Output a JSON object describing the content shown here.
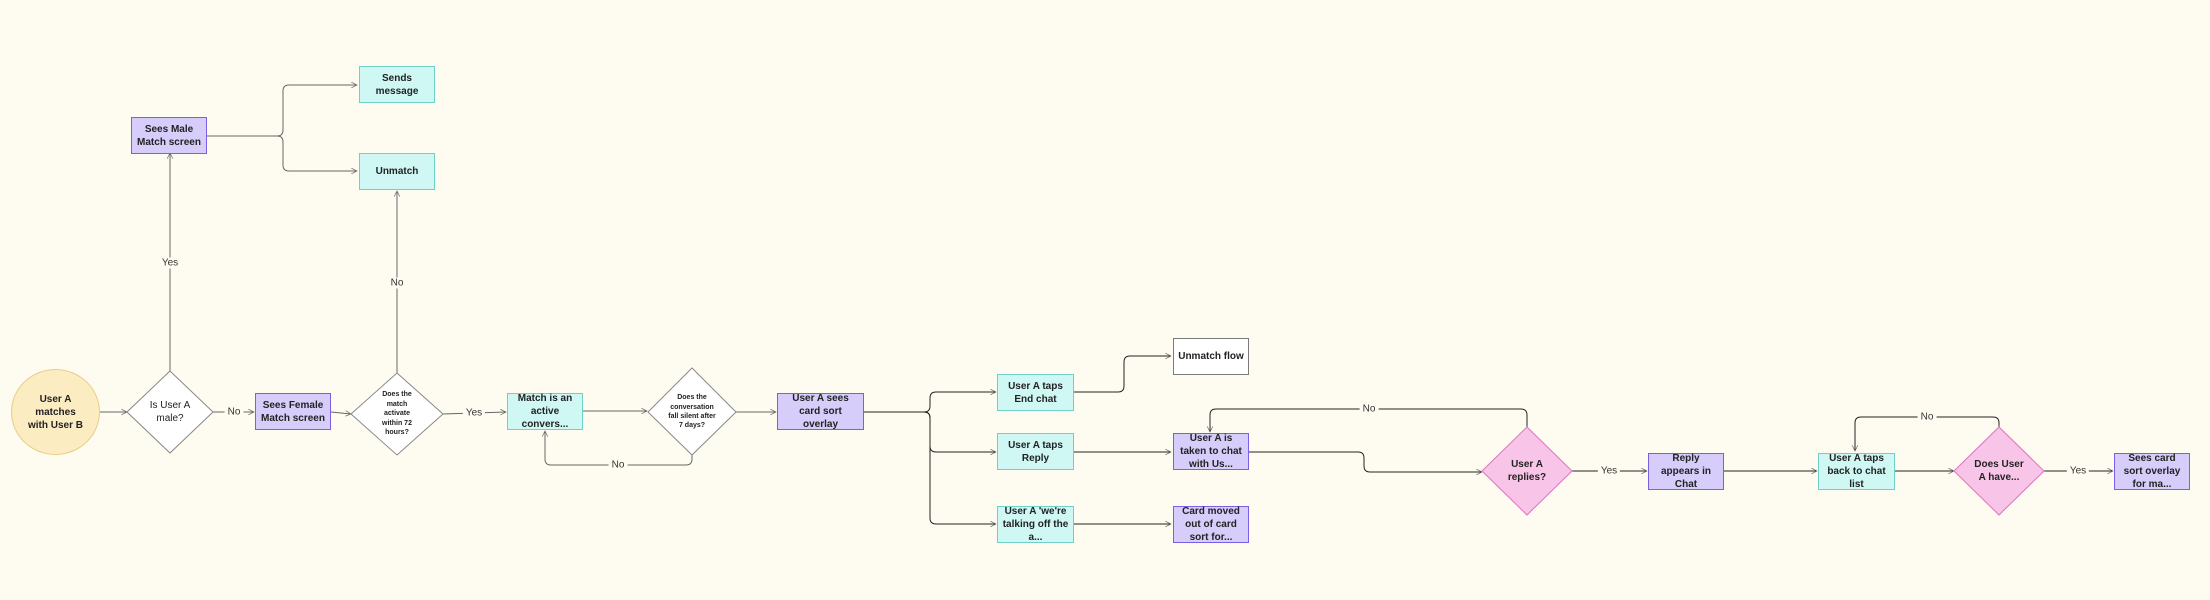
{
  "colors": {
    "background": "#fefcf0",
    "purple_fill": "#d6cdfa",
    "teal_fill": "#cff8f4",
    "pink_fill": "#f8c5e8",
    "start_fill": "#fbecc2"
  },
  "nodes": {
    "start": "User A matches with User B",
    "is_male": "Is User A male?",
    "male_match": "Sees Male Match screen",
    "sends_message": "Sends message",
    "unmatch_top": "Unmatch",
    "female_match": "Sees Female Match screen",
    "activates_72": "Does the match activate within 72 hours?",
    "active_conv": "Match is an active convers...",
    "silent_7": "Does the conversation fall silent after 7 days?",
    "card_sort": "User A sees card sort overlay",
    "taps_end": "User A taps End chat",
    "unmatch_flow": "Unmatch flow",
    "taps_reply": "User A taps Reply",
    "taken_chat": "User A is taken to chat with Us...",
    "talking_off": "User A 'we're talking off the a...",
    "card_moved": "Card moved out of card sort for...",
    "replies": "User A replies?",
    "reply_appears": "Reply appears in Chat",
    "taps_back": "User A taps back to chat list",
    "does_have": "Does User A have...",
    "card_sort_ma": "Sees card sort overlay for ma..."
  },
  "edge_labels": {
    "yes_male": "Yes",
    "no_male": "No",
    "no_72": "No",
    "yes_72": "Yes",
    "no_silent": "No",
    "no_replies": "No",
    "yes_replies": "Yes",
    "no_have": "No",
    "yes_have": "Yes"
  }
}
